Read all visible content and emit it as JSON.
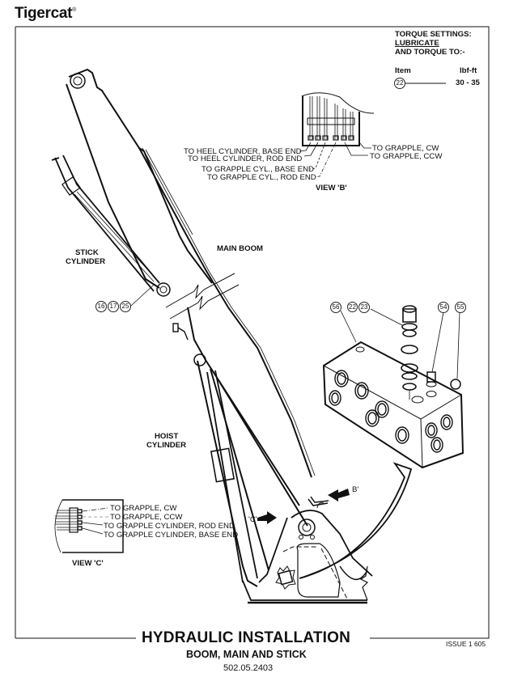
{
  "header": {
    "brand": "Tigercat",
    "brand_mark": "®"
  },
  "torque_box": {
    "heading": "TORQUE SETTINGS:",
    "instruction_1": "LUBRICATE",
    "instruction_2": "AND TORQUE TO:-",
    "col_item": "Item",
    "col_unit": "lbf-ft",
    "rows": [
      {
        "item": "22",
        "value": "30 - 35"
      }
    ]
  },
  "view_b": {
    "title": "VIEW 'B'",
    "left_labels": [
      "TO HEEL CYLINDER, BASE END",
      "TO HEEL CYLINDER, ROD END",
      "TO GRAPPLE CYL., BASE END",
      "TO GRAPPLE CYL., ROD END"
    ],
    "right_labels": [
      "TO GRAPPLE, CW",
      "TO GRAPPLE, CCW"
    ]
  },
  "view_c": {
    "title": "VIEW 'C'",
    "labels": [
      "TO GRAPPLE, CW",
      "TO GRAPPLE, CCW",
      "TO GRAPPLE CYLINDER, ROD END",
      "TO GRAPPLE CYLINDER, BASE END"
    ]
  },
  "component_labels": {
    "stick_cylinder_1": "STICK",
    "stick_cylinder_2": "CYLINDER",
    "main_boom": "MAIN BOOM",
    "hoist_cylinder_1": "HOIST",
    "hoist_cylinder_2": "CYLINDER",
    "arrow_c": "'C'",
    "arrow_b": "B'"
  },
  "callouts": {
    "stick": [
      "16",
      "17",
      "25"
    ],
    "valve_56": "56",
    "valve_22": "22",
    "valve_23": "23",
    "valve_54": "54",
    "valve_55": "55"
  },
  "footer": {
    "title": "HYDRAULIC INSTALLATION",
    "subtitle": "BOOM, MAIN AND STICK",
    "part_number": "502.05.2403",
    "issue": "ISSUE 1 605"
  }
}
